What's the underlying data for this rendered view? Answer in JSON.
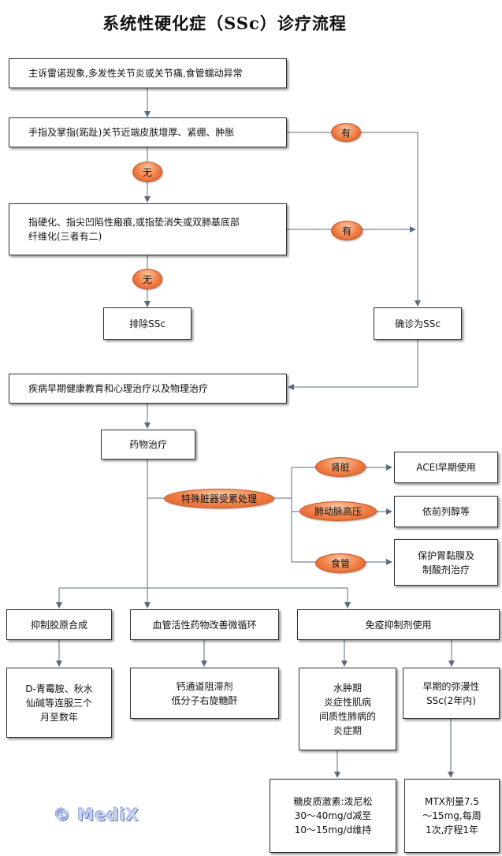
{
  "title": "系统性硬化症（SSc）诊疗流程",
  "nodes": {
    "complaint": "主诉雷诺现象,多发性关节炎或关节痛,食管蠕动异常",
    "skin": "手指及掌指(跖趾)关节近端皮肤增厚、紧绷、肿胀",
    "minor": "指硬化、指尖凹陷性瘢痕,或指垫消失或双肺基底部\n纤维化(三者有二)",
    "exclude": "排除SSc",
    "confirm": "确诊为SSc",
    "education": "疾病早期健康教育和心理治疗以及物理治疗",
    "drug": "药物治疗",
    "acei": "ACEI早期使用",
    "iloprost": "依前列醇等",
    "protect": "保护胃黏膜及\n制酸剂治疗",
    "collagen": "抑制胶原合成",
    "vascular": "血管活性药物改善微循环",
    "immuno": "免疫抑制剂使用",
    "penicillamine": "D-青霉胺、秋水\n仙碱等连服三个\n月至数年",
    "ccb": "钙通道阻滞剂\n低分子右旋糖酐",
    "edema": "水肿期\n炎症性肌病\n间质性肺病的\n炎症期",
    "early": "早期的弥漫性\nSSc(2年内)",
    "steroid": "糖皮质激素:泼尼松\n30～40mg/d减至\n10～15mg/d维持",
    "mtx": "MTX剂量7.5\n～15mg,每周\n1次,疗程1年"
  },
  "labels": {
    "yes1": "有",
    "no1": "无",
    "yes2": "有",
    "no2": "无",
    "special": "特殊脏器受累处理",
    "kidney": "肾脏",
    "pah": "肺动脉高压",
    "esophagus": "食管"
  },
  "watermark": "© MediX",
  "colors": {
    "pill": "#f07d44",
    "line": "#5a6b80",
    "border": "#333333"
  }
}
